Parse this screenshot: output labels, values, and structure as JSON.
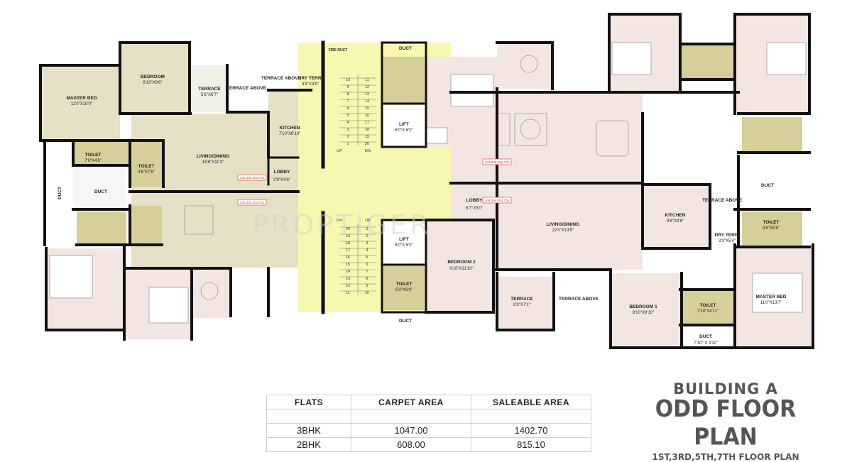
{
  "title": {
    "line1": "BUILDING A",
    "line2": "ODD FLOOR PLAN",
    "line3": "1ST,3RD,5TH,7TH FLOOR PLAN"
  },
  "watermark": "PROPTIGER",
  "colors": {
    "room_fill": "#e6e1c6",
    "bedroom_fill": "#f3e6e2",
    "core_fill": "#f7f7b0",
    "toilet_fill": "#d6cf99",
    "wall": "#111111"
  },
  "rooms": {
    "master_bed_w": {
      "name": "MASTER BED",
      "dim": "11'0\"X10'0\""
    },
    "bedroom_nw": {
      "name": "BEDROOM",
      "dim": "9'10\"X9'6\""
    },
    "terrace_nw": {
      "name": "TERRACE",
      "dim": "5'6\"X6'7\""
    },
    "terrace_above_nw": {
      "name": "TERRACE ABOVE"
    },
    "terrace_above_n": {
      "name": "TERRACE ABOVE"
    },
    "dry_terr_w": {
      "name": "DRY TERR.",
      "dim": "3'8\"X3'9\""
    },
    "kitchen_w": {
      "name": "KITCHEN",
      "dim": "7'10\"X8'10\""
    },
    "living_w": {
      "name": "LIVING/DINING",
      "dim": "15'6\"X11'3\""
    },
    "toilet_w1": {
      "name": "TOILET",
      "dim": "7'6\"X4'5\""
    },
    "toilet_w2": {
      "name": "TOILET",
      "dim": "4'6\"X7'6\""
    },
    "duct_w_vertical": {
      "name": "DUCT"
    },
    "duct_w": {
      "name": "DUCT"
    },
    "lobby_w": {
      "name": "LOBBY",
      "dim": "3'9\"X4'6\""
    },
    "fire_duct": {
      "name": "FIRE DUCT"
    },
    "duct_top": {
      "name": "DUCT"
    },
    "lift_top": {
      "name": "LIFT",
      "dim": "6'0\"X 6'0\""
    },
    "lift_bottom": {
      "name": "LIFT",
      "dim": "6'0\"X 6'0\""
    },
    "toilet_c": {
      "name": "TOILET",
      "dim": "6'3\"X6'9\""
    },
    "duct_bottom": {
      "name": "DUCT"
    },
    "lobby_e": {
      "name": "LOBBY",
      "dim": "6'7\"X5'0\""
    },
    "bedroom2": {
      "name": "BEDROOM 2",
      "dim": "9'10\"X11'10\""
    },
    "terrace_s": {
      "name": "TERRACE",
      "dim": "8'3\"X7'1\""
    },
    "terrace_above_s": {
      "name": "TERRACE ABOVE"
    },
    "living_e": {
      "name": "LIVING/DINING",
      "dim": "22'0\"X13'5\""
    },
    "kitchen_e": {
      "name": "KITCHEN",
      "dim": "9'6\"X9'8\""
    },
    "terrace_above_e": {
      "name": "TERRACE ABOVE"
    },
    "dry_terr_e": {
      "name": "DRY TERR.",
      "dim": "3'3\"X5'4\""
    },
    "duct_e": {
      "name": "DUCT"
    },
    "toilet_e1": {
      "name": "TOILET",
      "dim": "8'6\"X5'5\""
    },
    "bedroom1": {
      "name": "BEDROOM 1",
      "dim": "9'10\"X9'10\""
    },
    "toilet_e2": {
      "name": "TOILET",
      "dim": "7'10\"X4'11\""
    },
    "master_bed_e": {
      "name": "MASTER BED",
      "dim": "11'0\"X13'7\""
    },
    "duct_se": {
      "name": "DUCT",
      "dim": "7'10\" X 3'11\""
    }
  },
  "flat_ids": {
    "w1": "102,302,502,702",
    "w2": "101,301,501,701",
    "e1": "103,303,503,703",
    "e2": "104,304,504,704"
  },
  "stairs": {
    "upper_left": [
      "10",
      "9",
      "8",
      "7",
      "6",
      "5",
      "4",
      "3",
      "2",
      "1"
    ],
    "upper_right": [
      "11",
      "12",
      "13",
      "14",
      "15",
      "16",
      "17",
      "18",
      "19",
      "20"
    ],
    "lower_left": [
      "20",
      "19",
      "18",
      "17",
      "16",
      "15",
      "14",
      "13",
      "12",
      "11"
    ],
    "lower_right": [
      "1",
      "2",
      "3",
      "4",
      "5",
      "6",
      "7",
      "8",
      "9",
      "10"
    ],
    "up": "UP",
    "dn": "DN"
  },
  "area_table": {
    "headers": [
      "FLATS",
      "CARPET AREA",
      "SALEABLE AREA"
    ],
    "rows": [
      [
        "3BHK",
        "1047.00",
        "1402.70"
      ],
      [
        "2BHK",
        "608.00",
        "815.10"
      ]
    ]
  }
}
